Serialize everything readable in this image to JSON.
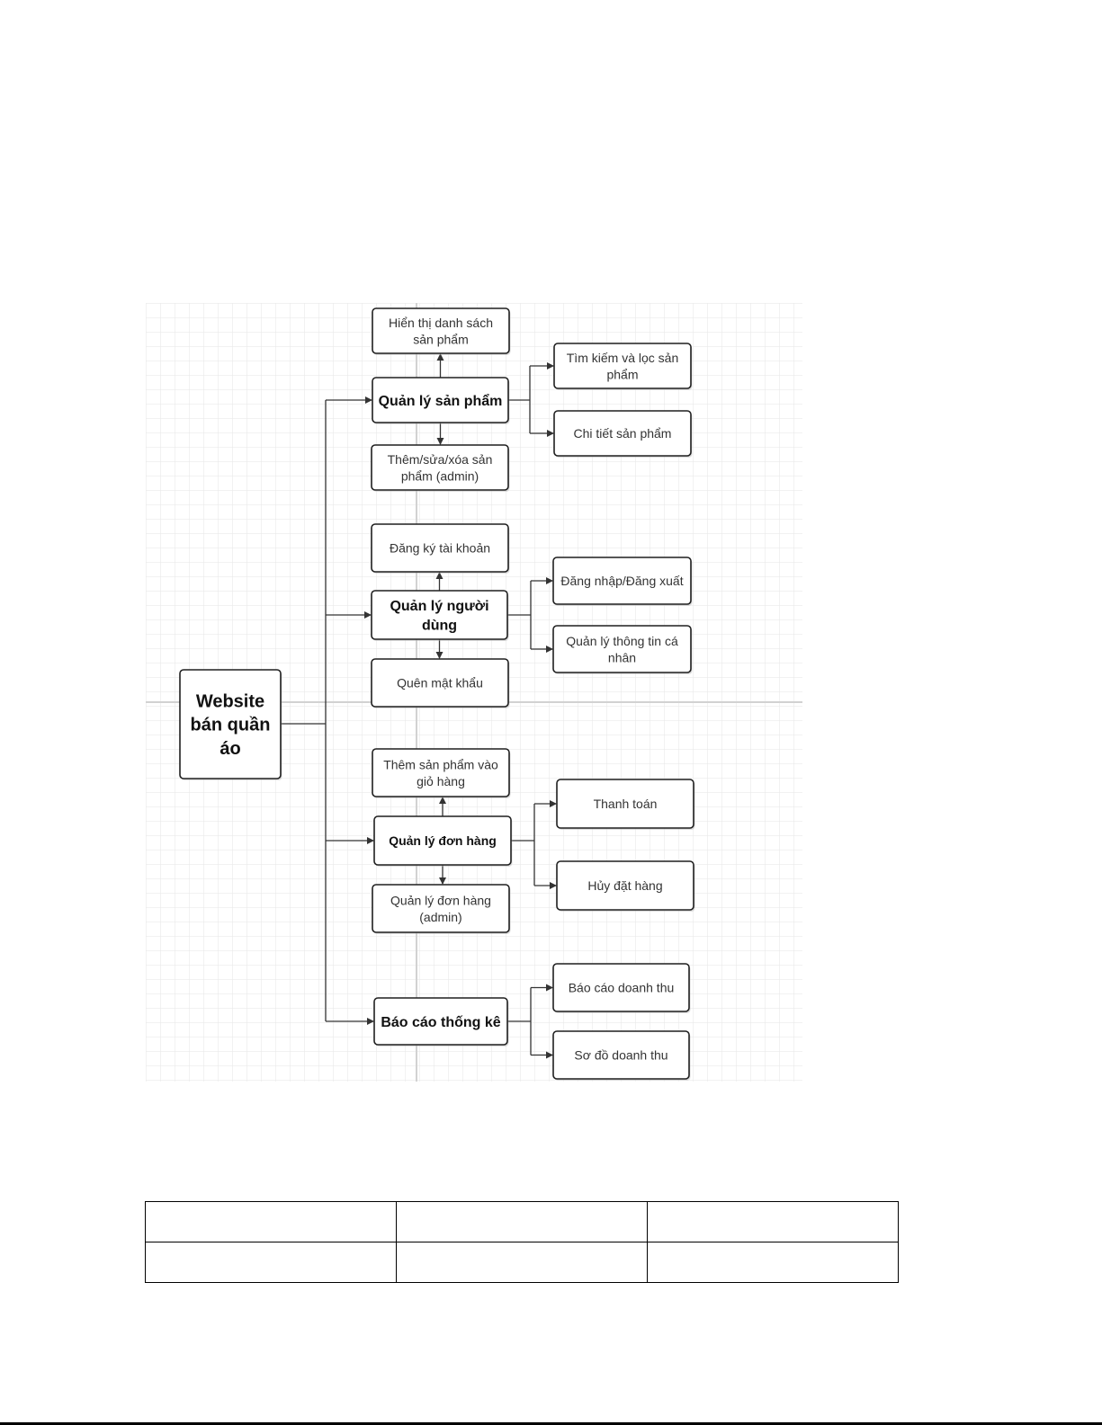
{
  "diagram": {
    "root": {
      "id": "root",
      "lines": [
        "Website",
        "bán quần",
        "áo"
      ]
    },
    "groups": [
      {
        "id": "products",
        "hub": [
          "Quản lý sản phẩm"
        ],
        "above": [
          "Hiển thị danh sách",
          "sản phẩm"
        ],
        "below": [
          "Thêm/sửa/xóa sản",
          "phẩm (admin)"
        ],
        "right": [
          [
            "Tìm kiếm và lọc sản",
            "phẩm"
          ],
          [
            "Chi tiết sản phẩm"
          ]
        ]
      },
      {
        "id": "users",
        "hub": [
          "Quản lý người",
          "dùng"
        ],
        "above": [
          "Đăng ký tài khoản"
        ],
        "below": [
          "Quên mật khẩu"
        ],
        "right": [
          [
            "Đăng nhập/Đăng xuất"
          ],
          [
            "Quản lý thông tin cá",
            "nhân"
          ]
        ]
      },
      {
        "id": "orders",
        "hub": [
          "Quản lý đơn hàng"
        ],
        "above": [
          "Thêm sản phẩm vào",
          "giỏ hàng"
        ],
        "below": [
          "Quản lý đơn hàng",
          "(admin)"
        ],
        "right": [
          [
            "Thanh toán"
          ],
          [
            "Hủy đặt hàng"
          ]
        ]
      },
      {
        "id": "reports",
        "hub": [
          "Báo cáo thống kê"
        ],
        "above": null,
        "below": null,
        "right": [
          [
            "Báo cáo doanh thu"
          ],
          [
            "Sơ đồ doanh thu"
          ]
        ]
      }
    ]
  },
  "table": {
    "rows": [
      [
        "",
        "",
        ""
      ],
      [
        "",
        "",
        ""
      ]
    ]
  }
}
